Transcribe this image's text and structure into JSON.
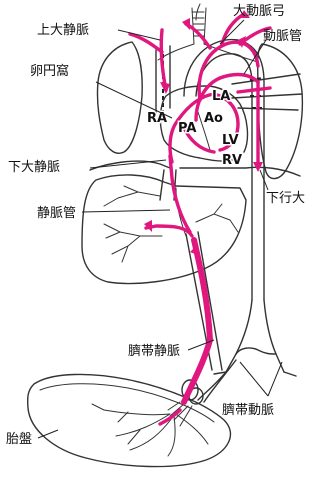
{
  "labels": {
    "superior_vena_cava": "上大静脈",
    "aortic_arch": "大動脈弓",
    "ductus_arteriosus": "動脈管",
    "foramen_ovale": "卵円窩",
    "inferior_vena_cava": "下大静脈",
    "descending_aorta": "下行大",
    "ductus_venosus": "静脈管",
    "umbilical_vein": "臍帯静脈",
    "umbilical_arteries": "臍帯動脈",
    "placenta": "胎盤"
  },
  "heart_labels": {
    "right_atrium": "RA",
    "pulmonary_artery": "PA",
    "left_atrium": "LA",
    "aorta": "Ao",
    "left_ventricle": "LV",
    "right_ventricle": "RV"
  },
  "colors": {
    "flow": "#e0177f",
    "outline": "#333333"
  }
}
